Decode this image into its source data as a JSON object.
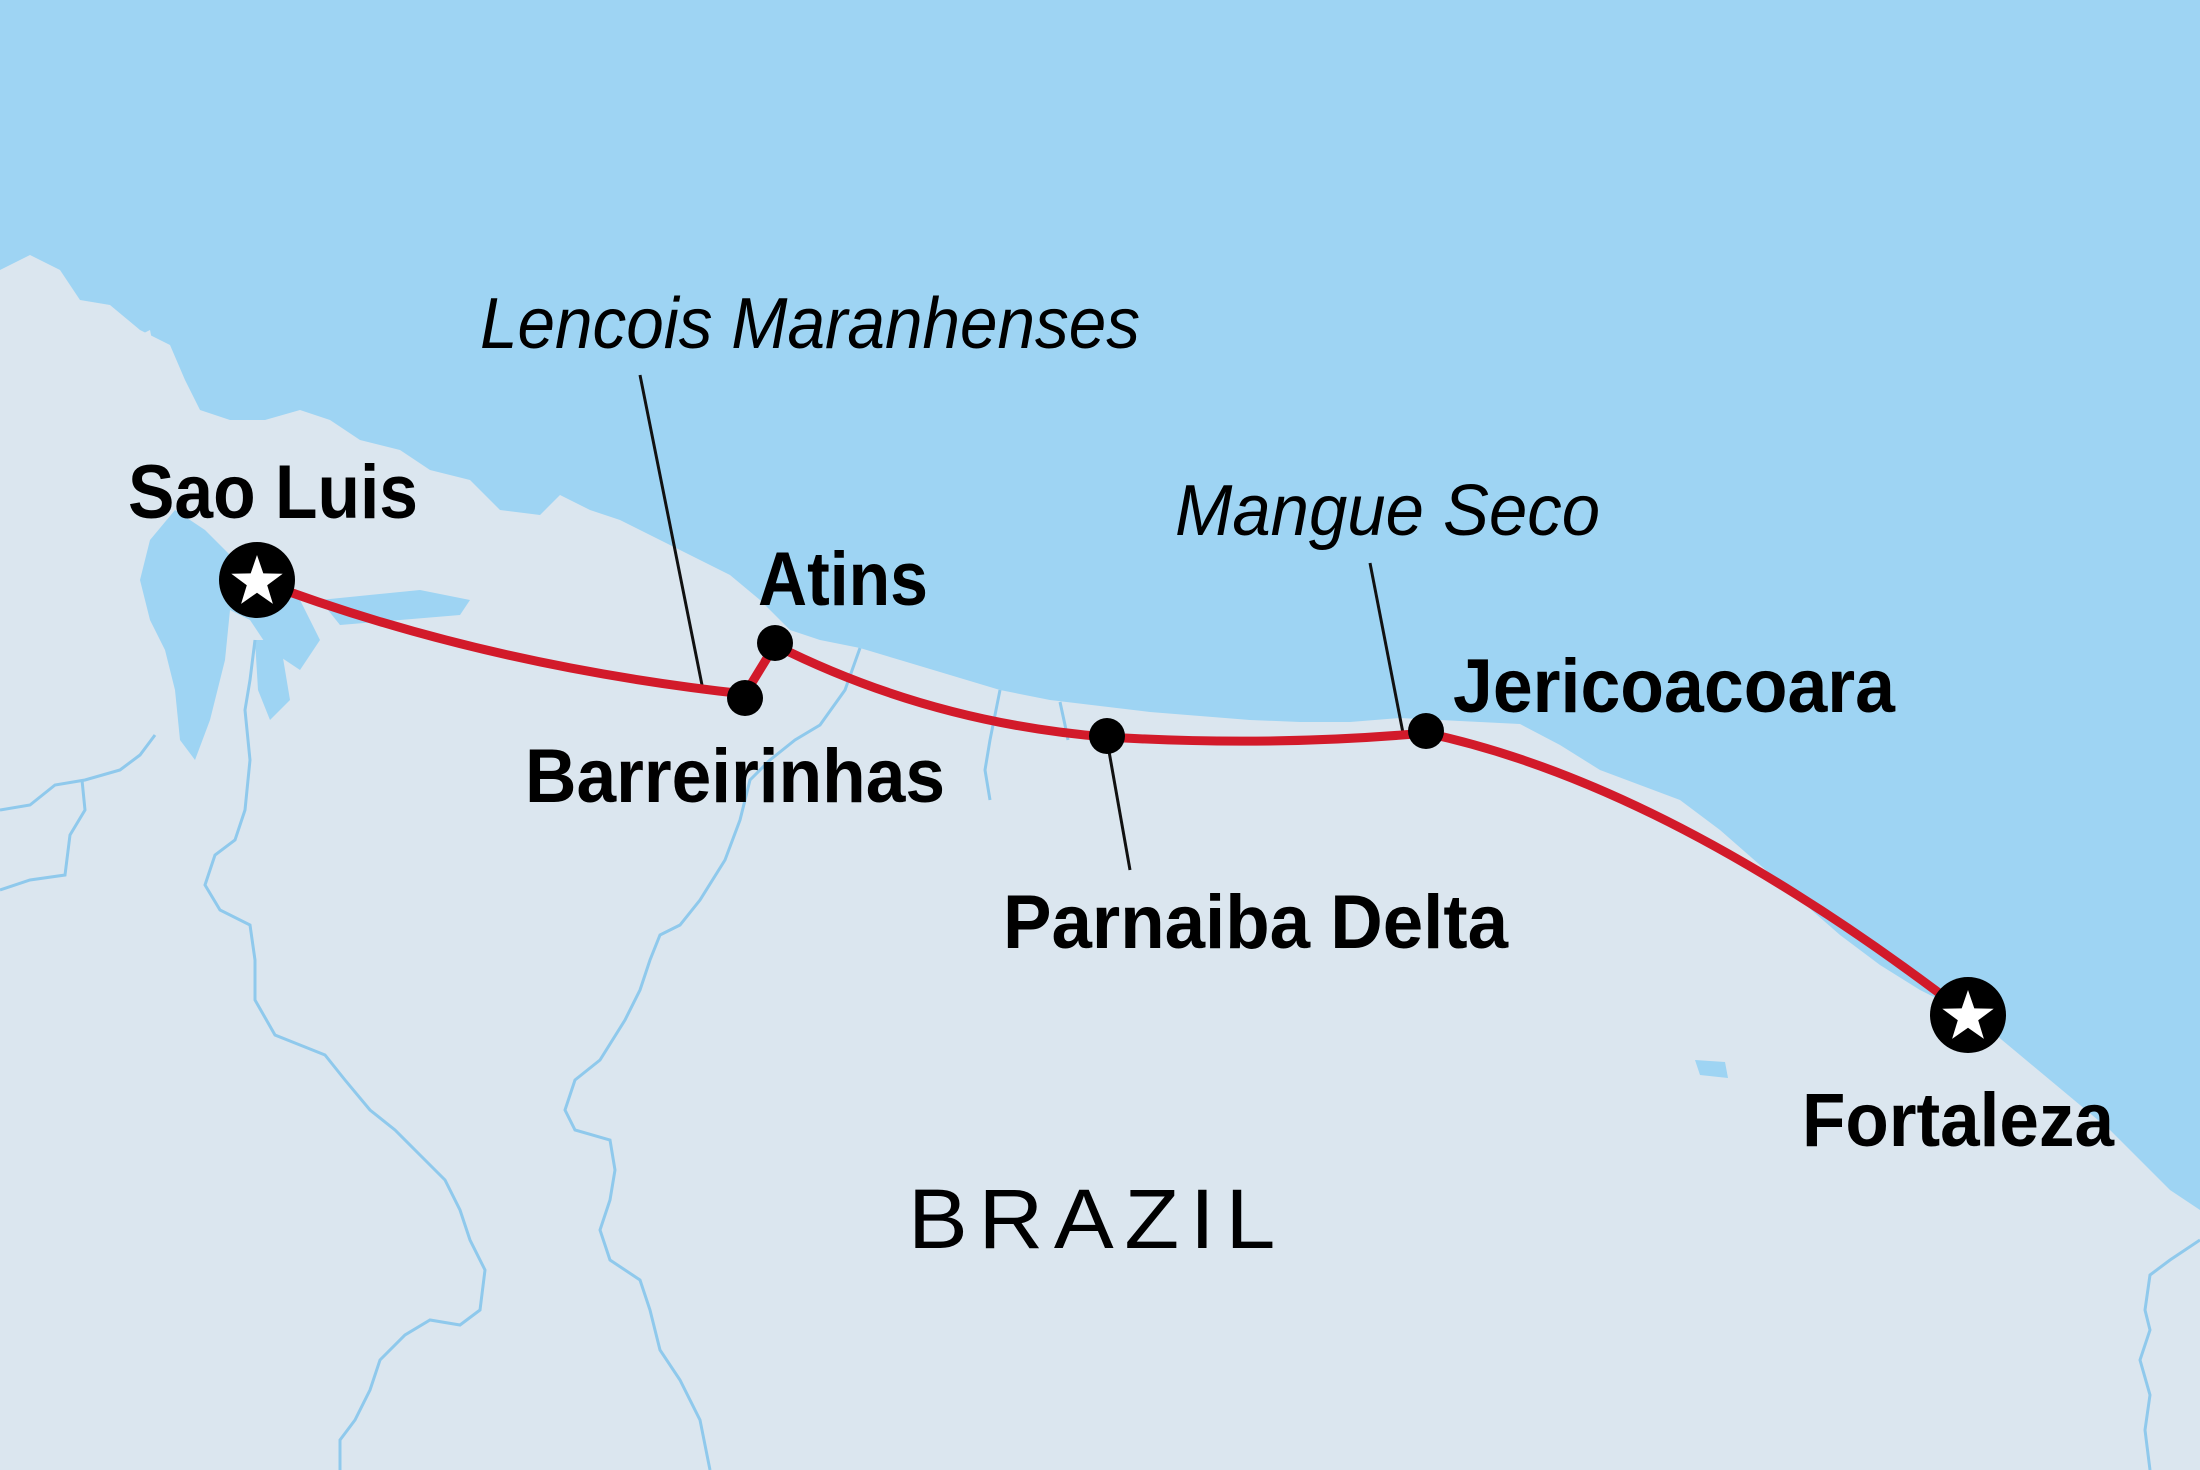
{
  "map": {
    "country": "BRAZIL",
    "colors": {
      "ocean": "#9ed4f3",
      "land": "#dbe6ef",
      "rivers": "#8fc9ec",
      "route": "#d21a2a",
      "marker": "#000000"
    },
    "stops": [
      {
        "id": "sao-luis",
        "name": "Sao Luis",
        "marker": "star"
      },
      {
        "id": "barreirinhas",
        "name": "Barreirinhas",
        "marker": "dot"
      },
      {
        "id": "atins",
        "name": "Atins",
        "marker": "dot"
      },
      {
        "id": "parnaiba-delta",
        "name": "Parnaiba Delta",
        "marker": "dot"
      },
      {
        "id": "jericoacoara",
        "name": "Jericoacoara",
        "marker": "dot"
      },
      {
        "id": "fortaleza",
        "name": "Fortaleza",
        "marker": "star"
      }
    ],
    "places": [
      {
        "id": "lencois",
        "name": "Lencois Maranhenses"
      },
      {
        "id": "mangue-seco",
        "name": "Mangue Seco"
      }
    ]
  }
}
